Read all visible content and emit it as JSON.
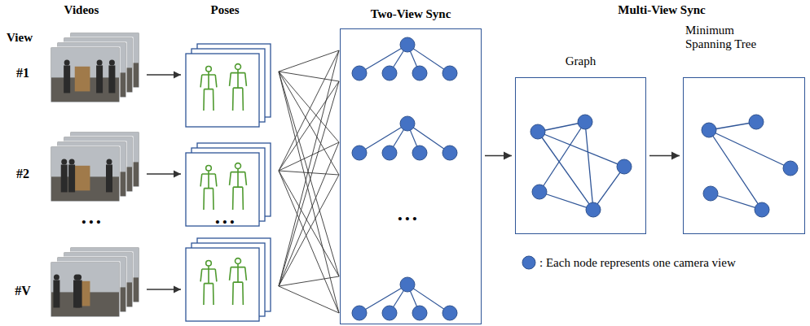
{
  "diagram": {
    "nodes": [
      {
        "text": [
          "Two-View Sync"
        ]
      },
      {
        "text": [
          "Graph"
        ]
      },
      {
        "text": [
          "Minimum Spanning Tree"
        ]
      }
    ],
    "edges": [
      {
        "from": 0,
        "to": 1,
        "arrow": "to"
      },
      {
        "from": 1,
        "to": 2,
        "arrow": "to"
      }
    ],
    "labels": [
      "Videos",
      "Poses",
      "Multi-View Sync",
      "View",
      "#1",
      "#2",
      "#V",
      "• • •",
      "• • •",
      "• • •"
    ],
    "legend": [
      {
        "text": ": Each node represents one camera view"
      }
    ]
  }
}
